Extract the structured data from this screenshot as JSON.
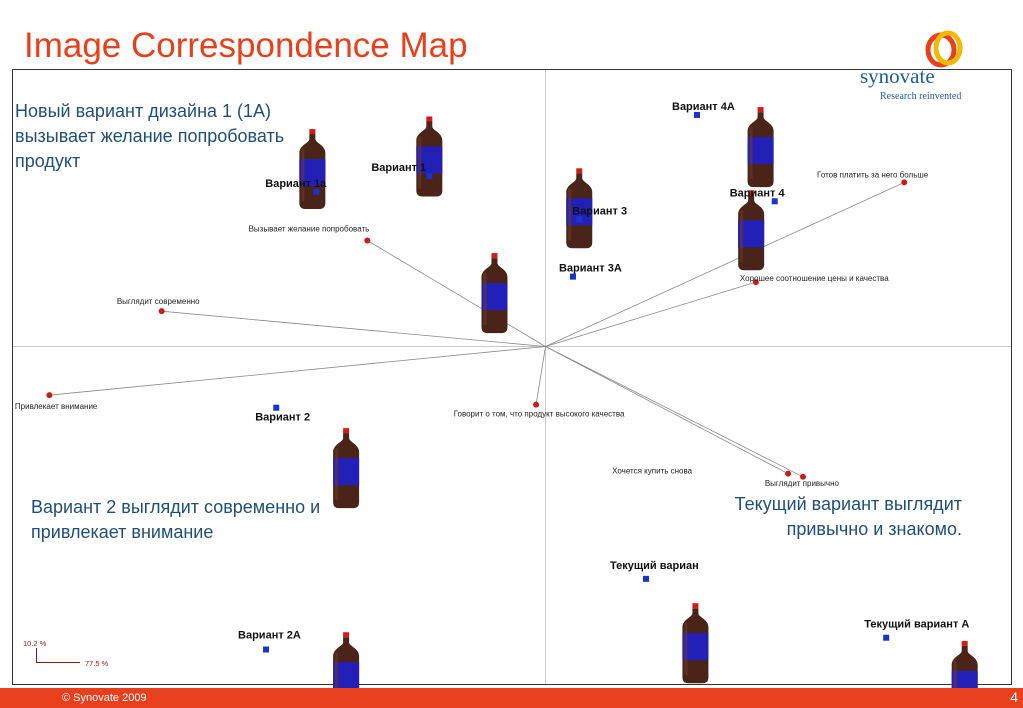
{
  "title": "Image Correspondence Map",
  "logo": {
    "name": "synovate",
    "tagline": "Research reinvented"
  },
  "notes": {
    "top_left": "Новый вариант дизайна 1 (1А) вызывает желание попробовать продукт",
    "bottom_left": "Вариант 2 выглядит современно и привлекает внимание",
    "bottom_right": "Текущий вариант выглядит привычно и знакомо."
  },
  "footer": {
    "copyright": "© Synovate 2009",
    "page": "4"
  },
  "colors": {
    "accent": "#e8401c",
    "variant_marker": "#1a33cc",
    "attribute_marker": "#cc1a1a",
    "note_text": "#1f4e79",
    "bottle_body": "#4a2418",
    "bottle_label": "#2320b8",
    "bottle_cap": "#d61a1a"
  },
  "chart_data": {
    "type": "scatter",
    "xlim": [
      -0.72,
      0.62
    ],
    "ylim": [
      -0.5,
      0.42
    ],
    "axis_captions": {
      "vertical": "10.2 %",
      "horizontal": "77.5 %"
    },
    "grid": false,
    "series": [
      {
        "kind": "variants",
        "marker": "square",
        "points": [
          {
            "label": "Вариант 1",
            "x": -0.148,
            "y": 0.217
          },
          {
            "label": "Вариант 1а",
            "x": -0.292,
            "y": 0.197
          },
          {
            "label": "Вариант 3",
            "x": 0.043,
            "y": 0.162
          },
          {
            "label": "Вариант 3А",
            "x": 0.035,
            "y": 0.089
          },
          {
            "label": "Вариант 4А",
            "x": 0.193,
            "y": 0.295
          },
          {
            "label": "Вариант 4",
            "x": 0.292,
            "y": 0.185
          },
          {
            "label": "Вариант 2",
            "x": -0.343,
            "y": -0.078
          },
          {
            "label": "Вариант 2А",
            "x": -0.356,
            "y": -0.386
          },
          {
            "label": "Текущий вариан",
            "x": 0.128,
            "y": -0.296
          },
          {
            "label": "Текущий вариант А",
            "x": 0.434,
            "y": -0.371
          }
        ]
      },
      {
        "kind": "attributes",
        "marker": "circle",
        "vectors": true,
        "points": [
          {
            "label": "Вызывает желание попробовать",
            "x": -0.227,
            "y": 0.135
          },
          {
            "label": "Выглядит современно",
            "x": -0.489,
            "y": 0.045
          },
          {
            "label": "Привлекает внимание",
            "x": -0.632,
            "y": -0.062
          },
          {
            "label": "Готов платить за него больше",
            "x": 0.457,
            "y": 0.209
          },
          {
            "label": "Хорошее соотношение цены и качества",
            "x": 0.268,
            "y": 0.082
          },
          {
            "label": "Говорит о том, что продукт высокого качества",
            "x": -0.012,
            "y": -0.074
          },
          {
            "label": "Хочется купить снова",
            "x": 0.309,
            "y": -0.162
          },
          {
            "label": "Выглядит привычно",
            "x": 0.328,
            "y": -0.166
          }
        ]
      }
    ],
    "images": [
      {
        "depicts": "bottle",
        "x": -0.297,
        "y": 0.277
      },
      {
        "depicts": "bottle",
        "x": -0.148,
        "y": 0.293
      },
      {
        "depicts": "bottle",
        "x": 0.043,
        "y": 0.227
      },
      {
        "depicts": "bottle",
        "x": 0.262,
        "y": 0.199
      },
      {
        "depicts": "bottle",
        "x": 0.274,
        "y": 0.305
      },
      {
        "depicts": "bottle",
        "x": -0.065,
        "y": 0.119
      },
      {
        "depicts": "bottle",
        "x": -0.254,
        "y": -0.104
      },
      {
        "depicts": "bottle",
        "x": -0.254,
        "y": -0.364
      },
      {
        "depicts": "bottle",
        "x": 0.191,
        "y": -0.327
      },
      {
        "depicts": "bottle",
        "x": 0.534,
        "y": -0.375
      }
    ]
  }
}
